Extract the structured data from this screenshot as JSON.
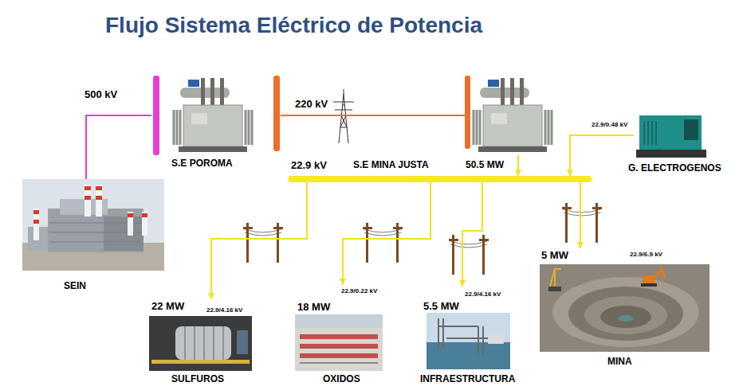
{
  "diagram": {
    "title": "Flujo Sistema Eléctrico de Potencia",
    "nodes": [
      {
        "text": [
          "SEIN"
        ]
      },
      {
        "text": [
          "S.E POROMA"
        ]
      },
      {
        "text": [
          "S.E MINA JUSTA"
        ]
      },
      {
        "text": [
          "G. ELECTROGENOS"
        ]
      },
      {
        "text": [
          "22.9 kV"
        ]
      },
      {
        "text": [
          "22 MW",
          "22.9/4.16 kV",
          "SULFUROS"
        ]
      },
      {
        "text": [
          "18 MW",
          "22.9/0.22 kV",
          "OXIDOS"
        ]
      },
      {
        "text": [
          "5.5 MW",
          "22.9/4.16 kV",
          "INFRAESTRUCTURA"
        ]
      },
      {
        "text": [
          "5 MW",
          "22.9/6.9 kV",
          "MINA"
        ]
      }
    ],
    "edges": [
      {
        "from": 0,
        "to": 1,
        "label": "500 kV",
        "arrow": "none"
      },
      {
        "from": 1,
        "to": 2,
        "label": "220 kV",
        "arrow": "none"
      },
      {
        "from": 2,
        "to": 4,
        "label": "50.5 MW",
        "arrow": "to"
      },
      {
        "from": 3,
        "to": 4,
        "label": "22.9/0.48 kV",
        "arrow": "to"
      },
      {
        "from": 4,
        "to": 5,
        "arrow": "to"
      },
      {
        "from": 4,
        "to": 6,
        "arrow": "to"
      },
      {
        "from": 4,
        "to": 7,
        "arrow": "to"
      },
      {
        "from": 4,
        "to": 8,
        "arrow": "to"
      }
    ]
  }
}
